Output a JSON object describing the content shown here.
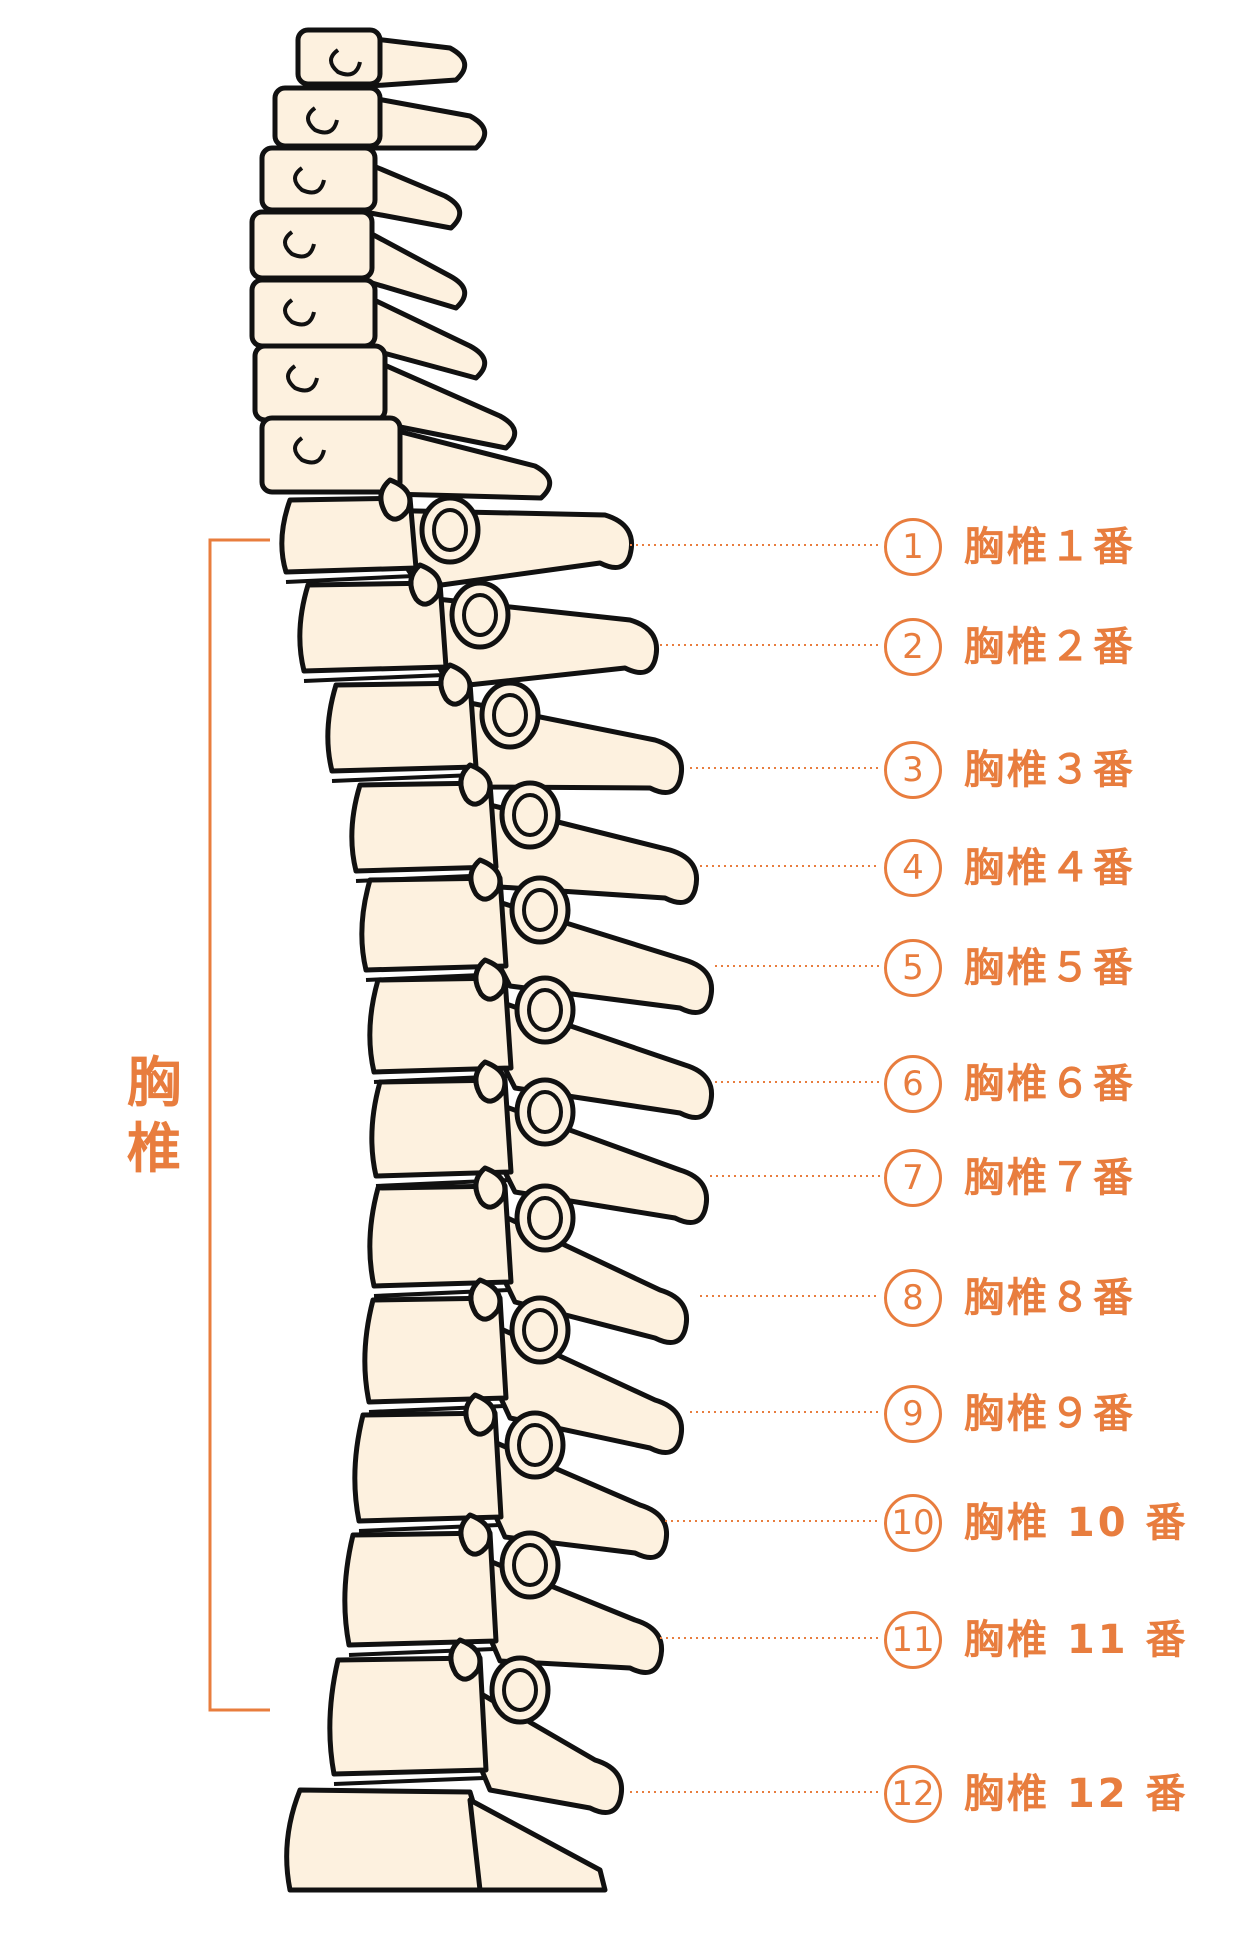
{
  "group_label": "胸椎",
  "colors": {
    "accent": "#E87D3E",
    "bone": "#FDF1DF",
    "outline": "#111111"
  },
  "labels": [
    {
      "num": "1",
      "text": "胸椎１番"
    },
    {
      "num": "2",
      "text": "胸椎２番"
    },
    {
      "num": "3",
      "text": "胸椎３番"
    },
    {
      "num": "4",
      "text": "胸椎４番"
    },
    {
      "num": "5",
      "text": "胸椎５番"
    },
    {
      "num": "6",
      "text": "胸椎６番"
    },
    {
      "num": "7",
      "text": "胸椎７番"
    },
    {
      "num": "8",
      "text": "胸椎８番"
    },
    {
      "num": "9",
      "text": "胸椎９番"
    },
    {
      "num": "10",
      "text": "胸椎 10 番"
    },
    {
      "num": "11",
      "text": "胸椎 11 番"
    },
    {
      "num": "12",
      "text": "胸椎 12 番"
    }
  ]
}
